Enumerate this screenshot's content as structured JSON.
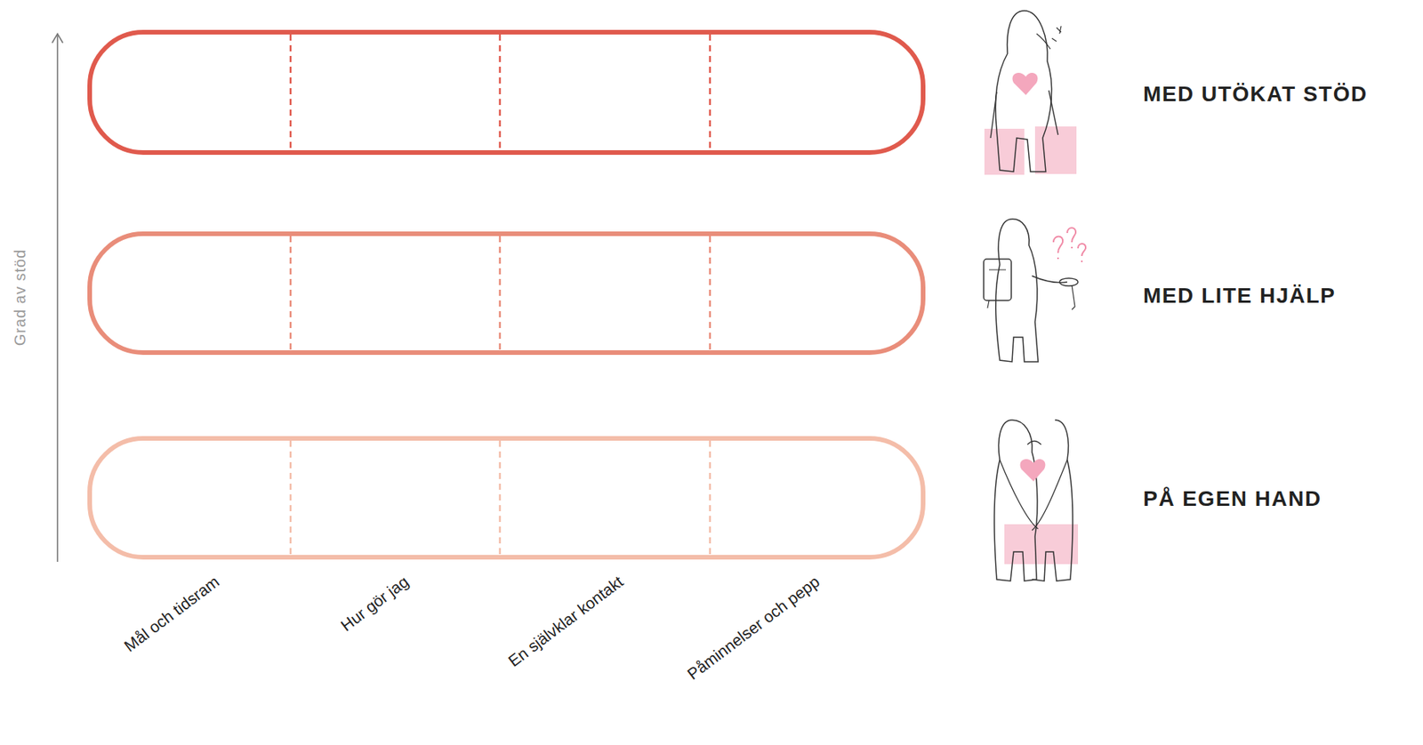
{
  "diagram": {
    "labels": [
      "Grad av stöd",
      "Mål och tidsram",
      "Hur gör jag",
      "En självklar kontakt",
      "Påminnelser och pepp",
      "MED UTÖKAT STÖD",
      "MED LITE HJÄLP",
      "PÅ EGEN HAND"
    ]
  }
}
